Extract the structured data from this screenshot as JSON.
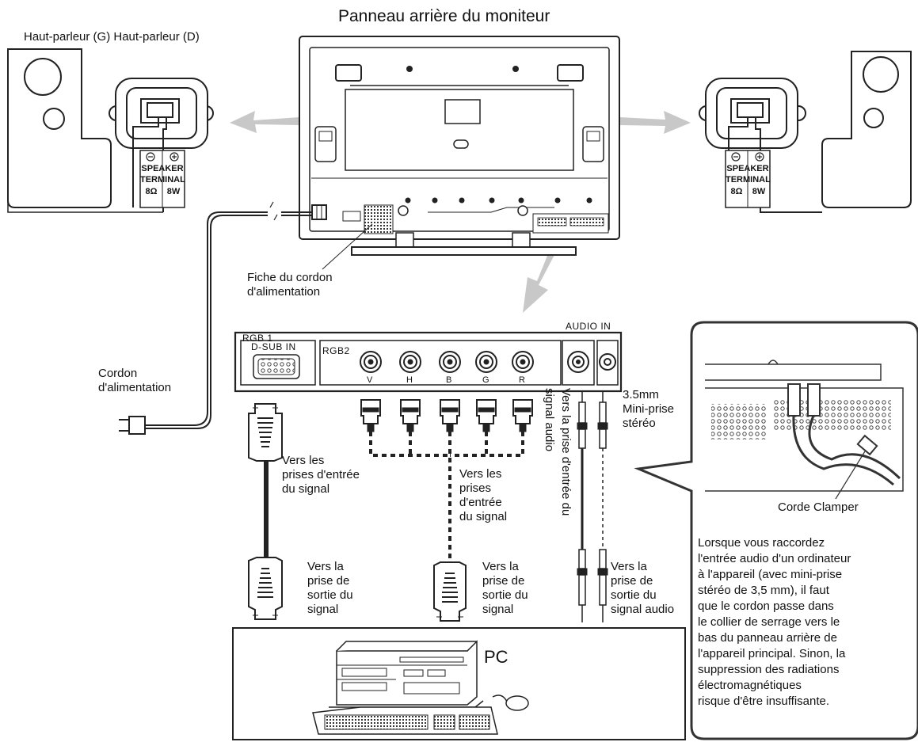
{
  "title": "Panneau arrière du moniteur",
  "speakers_label": "Haut-parleur (G) Haut-parleur (D)",
  "terminal": {
    "line1": "SPEAKER",
    "line2": "TERMINAL",
    "impedance": "8Ω",
    "power": "8W"
  },
  "power_plug_label": [
    "Fiche du cordon",
    "d'alimentation"
  ],
  "power_cord_label": [
    "Cordon",
    "d'alimentation"
  ],
  "panel": {
    "rgb1": "RGB 1",
    "dsub": "D-SUB IN",
    "rgb2": "RGB2",
    "audio_in": "AUDIO IN",
    "bnc": [
      "V",
      "H",
      "B",
      "G",
      "R"
    ]
  },
  "labels": {
    "dsub_signal_in": [
      "Vers les",
      "prises d'entrée",
      "du signal"
    ],
    "bnc_signal_in": [
      "Vers les",
      "prises",
      "d'entrée",
      "du signal"
    ],
    "audio_in_vertical": [
      "Vers la prise d'entrée du",
      "signal audio"
    ],
    "minijack": [
      "3.5mm",
      "Mini-prise",
      "stéréo"
    ],
    "dsub_signal_out": [
      "Vers la",
      "prise de",
      "sortie du",
      "signal"
    ],
    "bnc_signal_out": [
      "Vers la",
      "prise de",
      "sortie du",
      "signal"
    ],
    "audio_out": [
      "Vers la",
      "prise de",
      "sortie du",
      "signal audio"
    ]
  },
  "pc_label": "PC",
  "clamper_label": "Corde Clamper",
  "note": [
    "Lorsque vous raccordez",
    "l'entrée audio d'un ordinateur",
    "à l'appareil (avec mini-prise",
    "stéréo de 3,5 mm), il faut",
    "que le cordon passe dans",
    "le collier de serrage vers le",
    "bas du panneau arrière de",
    "l'appareil principal. Sinon, la",
    "suppression des radiations",
    "électromagnétiques",
    "risque d'être insuffisante."
  ],
  "colors": {
    "line": "#222222",
    "arrow": "#c8c8c8",
    "panel_fill": "#ffffff",
    "dark": "#333333"
  }
}
